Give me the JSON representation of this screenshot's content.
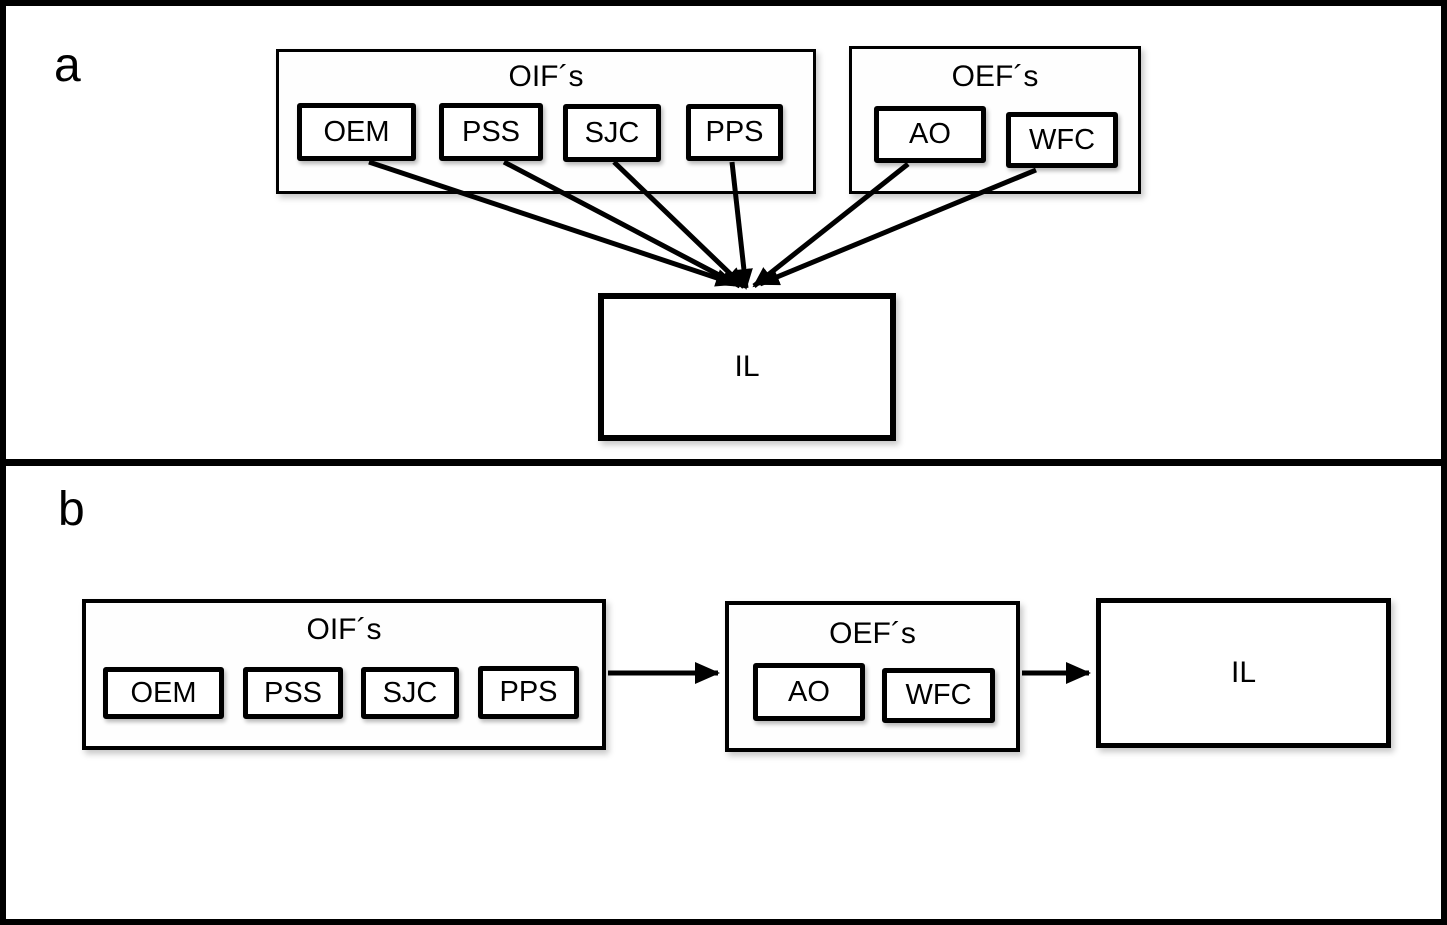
{
  "panel_a": {
    "label": "a",
    "oif_title": "OIF´s",
    "oif_items": [
      "OEM",
      "PSS",
      "SJC",
      "PPS"
    ],
    "oef_title": "OEF´s",
    "oef_items": [
      "AO",
      "WFC"
    ],
    "il_label": "IL"
  },
  "panel_b": {
    "label": "b",
    "oif_title": "OIF´s",
    "oif_items": [
      "OEM",
      "PSS",
      "SJC",
      "PPS"
    ],
    "oef_title": "OEF´s",
    "oef_items": [
      "AO",
      "WFC"
    ],
    "il_label": "IL"
  },
  "colors": {
    "line": "#000000",
    "background": "#ffffff"
  }
}
